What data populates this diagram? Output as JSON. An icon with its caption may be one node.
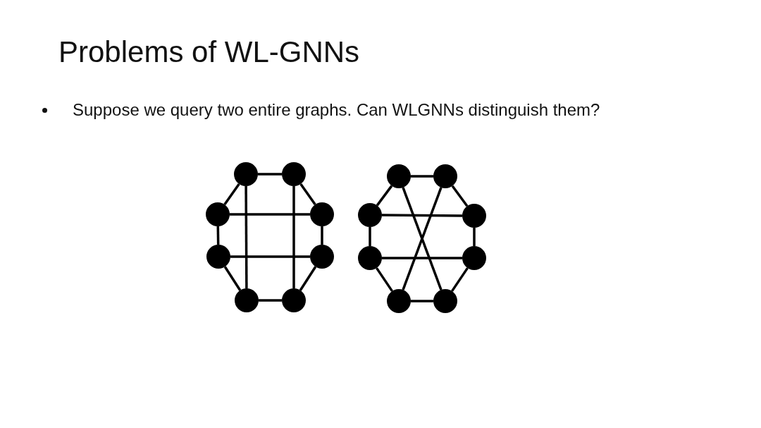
{
  "diagram": {
    "title": "Problems of WL-GNNs",
    "nodes": [
      {
        "text": [],
        "shape": "circle"
      },
      {
        "text": [],
        "shape": "circle"
      },
      {
        "text": [],
        "shape": "circle"
      },
      {
        "text": [],
        "shape": "circle"
      },
      {
        "text": [],
        "shape": "circle"
      },
      {
        "text": [],
        "shape": "circle"
      },
      {
        "text": [],
        "shape": "circle"
      },
      {
        "text": [],
        "shape": "circle"
      },
      {
        "text": [],
        "shape": "circle"
      },
      {
        "text": [],
        "shape": "circle"
      },
      {
        "text": [],
        "shape": "circle"
      },
      {
        "text": [],
        "shape": "circle"
      },
      {
        "text": [],
        "shape": "circle"
      },
      {
        "text": [],
        "shape": "circle"
      },
      {
        "text": [],
        "shape": "circle"
      },
      {
        "text": [],
        "shape": "circle"
      }
    ],
    "edges": [
      {
        "from": 0,
        "to": 1,
        "arrow": "none"
      },
      {
        "from": 0,
        "to": 2,
        "arrow": "none"
      },
      {
        "from": 1,
        "to": 3,
        "arrow": "none"
      },
      {
        "from": 2,
        "to": 4,
        "arrow": "none"
      },
      {
        "from": 3,
        "to": 5,
        "arrow": "none"
      },
      {
        "from": 4,
        "to": 6,
        "arrow": "none"
      },
      {
        "from": 5,
        "to": 7,
        "arrow": "none"
      },
      {
        "from": 6,
        "to": 7,
        "arrow": "none"
      },
      {
        "from": 2,
        "to": 3,
        "arrow": "none"
      },
      {
        "from": 4,
        "to": 5,
        "arrow": "none"
      },
      {
        "from": 0,
        "to": 6,
        "arrow": "none"
      },
      {
        "from": 1,
        "to": 7,
        "arrow": "none"
      },
      {
        "from": 8,
        "to": 9,
        "arrow": "none"
      },
      {
        "from": 8,
        "to": 10,
        "arrow": "none"
      },
      {
        "from": 9,
        "to": 11,
        "arrow": "none"
      },
      {
        "from": 10,
        "to": 12,
        "arrow": "none"
      },
      {
        "from": 11,
        "to": 13,
        "arrow": "none"
      },
      {
        "from": 12,
        "to": 14,
        "arrow": "none"
      },
      {
        "from": 13,
        "to": 15,
        "arrow": "none"
      },
      {
        "from": 14,
        "to": 15,
        "arrow": "none"
      },
      {
        "from": 10,
        "to": 11,
        "arrow": "none"
      },
      {
        "from": 12,
        "to": 13,
        "arrow": "none"
      },
      {
        "from": 8,
        "to": 15,
        "arrow": "none"
      },
      {
        "from": 9,
        "to": 14,
        "arrow": "none"
      }
    ],
    "labels": [
      "Suppose we query two entire graphs. Can WLGNNs distinguish them?"
    ]
  }
}
